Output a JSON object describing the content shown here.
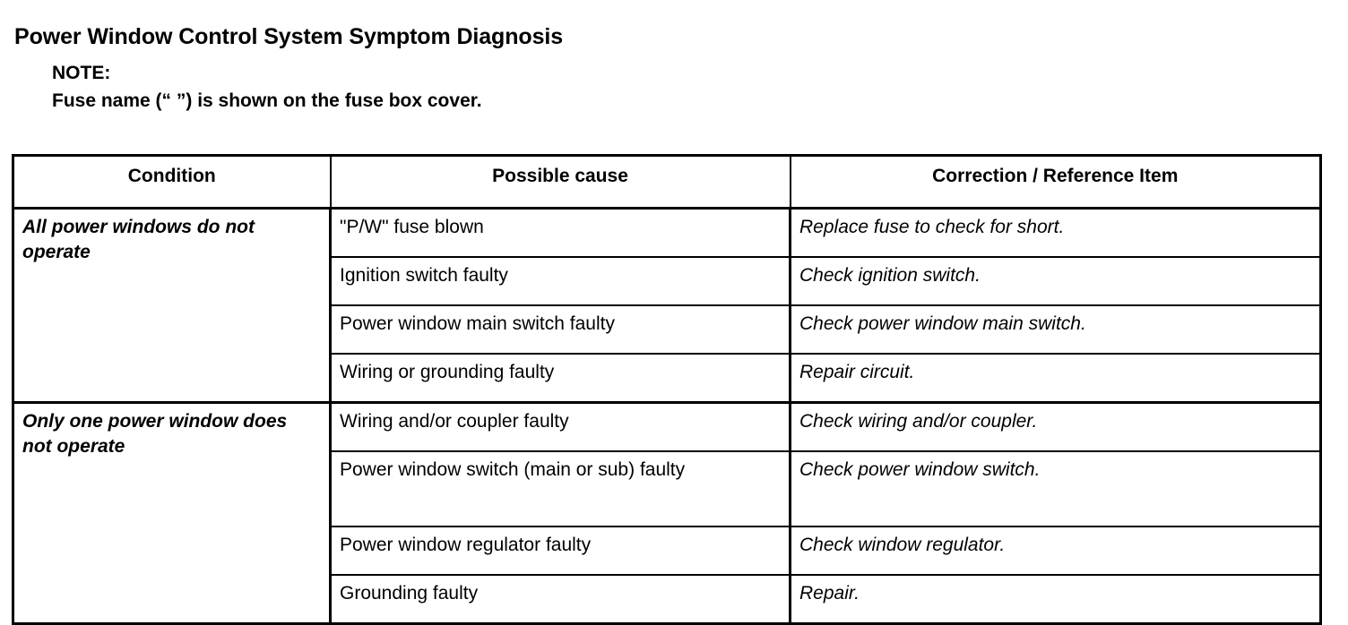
{
  "document": {
    "title": "Power Window Control System Symptom Diagnosis",
    "note": {
      "label": "NOTE:",
      "text": "Fuse name (“ ”) is shown on the fuse box cover."
    }
  },
  "table": {
    "headers": {
      "condition": "Condition",
      "possible_cause": "Possible cause",
      "correction": "Correction / Reference Item"
    },
    "groups": [
      {
        "condition": "All power windows do not operate",
        "rows": [
          {
            "cause": "\"P/W\" fuse blown",
            "correction": "Replace fuse to check for short."
          },
          {
            "cause": "Ignition switch faulty",
            "correction": "Check ignition switch."
          },
          {
            "cause": "Power window main switch faulty",
            "correction": "Check power window main switch."
          },
          {
            "cause": "Wiring or grounding faulty",
            "correction": "Repair circuit."
          }
        ]
      },
      {
        "condition": "Only one power window does not operate",
        "rows": [
          {
            "cause": "Wiring and/or coupler faulty",
            "correction": "Check wiring and/or coupler."
          },
          {
            "cause": "Power window switch (main or sub) faulty",
            "correction": "Check power window switch."
          },
          {
            "cause": "Power window regulator faulty",
            "correction": "Check window regulator."
          },
          {
            "cause": "Grounding faulty",
            "correction": "Repair."
          }
        ]
      }
    ]
  },
  "colors": {
    "ink": "#000000",
    "paper": "#ffffff"
  }
}
